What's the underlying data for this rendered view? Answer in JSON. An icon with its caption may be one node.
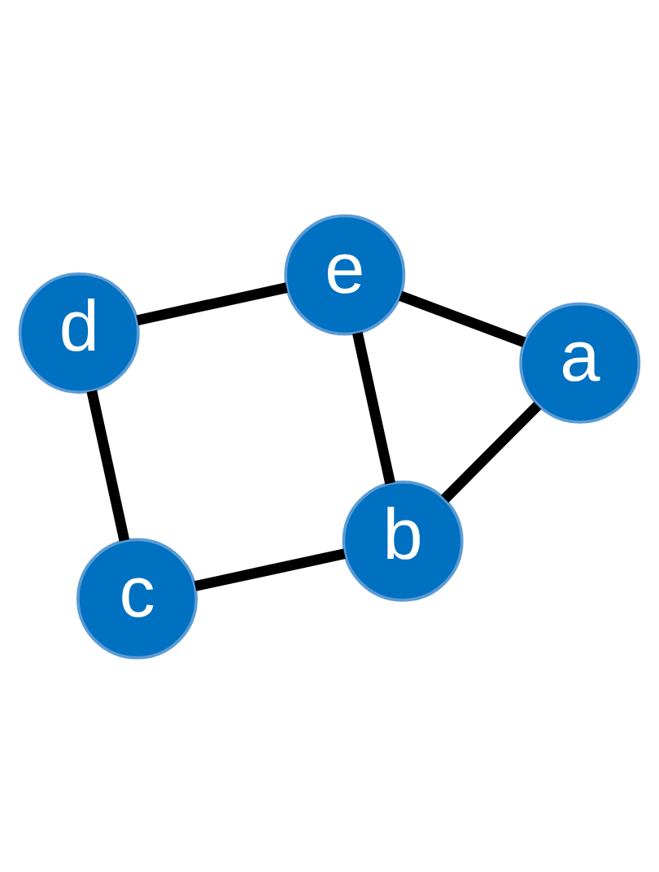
{
  "diagram": {
    "nodes": [
      {
        "text": [
          "a"
        ]
      },
      {
        "text": [
          "b"
        ]
      },
      {
        "text": [
          "c"
        ]
      },
      {
        "text": [
          "d"
        ]
      },
      {
        "text": [
          "e"
        ]
      }
    ],
    "edges": [
      {
        "from": 1,
        "to": 0,
        "arrow": "none"
      },
      {
        "from": 0,
        "to": 4,
        "arrow": "none"
      },
      {
        "from": 1,
        "to": 4,
        "arrow": "none"
      },
      {
        "from": 1,
        "to": 2,
        "arrow": "none"
      },
      {
        "from": 2,
        "to": 3,
        "arrow": "none"
      },
      {
        "from": 3,
        "to": 4,
        "arrow": "none"
      }
    ]
  }
}
